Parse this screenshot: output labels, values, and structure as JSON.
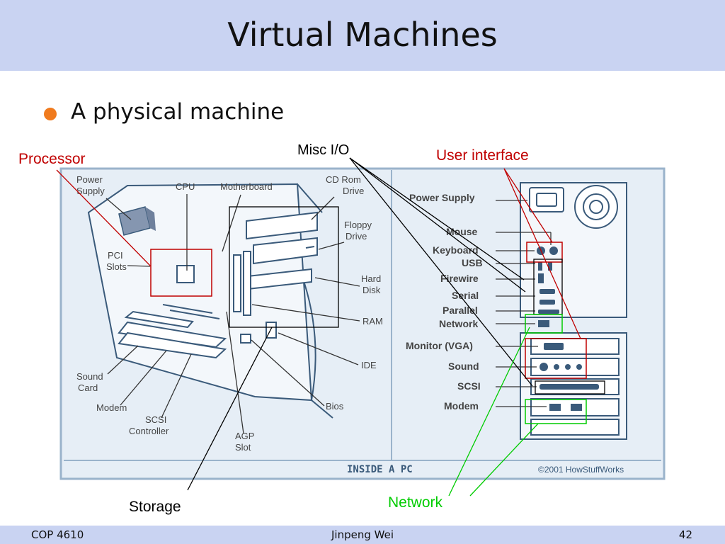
{
  "slide": {
    "title": "Virtual Machines",
    "bullet": "A physical machine",
    "bullet_color": "#f07b1e"
  },
  "annotations": {
    "processor": "Processor",
    "misc_io": "Misc I/O",
    "user_interface": "User interface",
    "storage": "Storage",
    "network": "Network",
    "colors": {
      "red": "#c00000",
      "green": "#00cc00",
      "black": "#000000"
    }
  },
  "figure": {
    "left_labels": {
      "power_supply": [
        "Power",
        "Supply"
      ],
      "cpu": "CPU",
      "motherboard": "Motherboard",
      "cd_rom": [
        "CD Rom",
        "Drive"
      ],
      "floppy": [
        "Floppy",
        "Drive"
      ],
      "pci": [
        "PCI",
        "Slots"
      ],
      "hard_disk": [
        "Hard",
        "Disk"
      ],
      "ram": "RAM",
      "ide": "IDE",
      "bios": "Bios",
      "sound_card": [
        "Sound",
        "Card"
      ],
      "modem": "Modem",
      "scsi_controller": [
        "SCSI",
        "Controller"
      ],
      "agp": [
        "AGP",
        "Slot"
      ]
    },
    "right_labels": {
      "power_supply": "Power Supply",
      "mouse": "Mouse",
      "keyboard": "Keyboard",
      "usb": "USB",
      "firewire": "Firewire",
      "serial": "Serial",
      "parallel": "Parallel",
      "network": "Network",
      "monitor": "Monitor (VGA)",
      "sound": "Sound",
      "scsi": "SCSI",
      "modem": "Modem"
    },
    "caption": "INSIDE A PC",
    "copyright": "©2001 HowStuffWorks"
  },
  "footer": {
    "course": "COP 4610",
    "author": "Jinpeng Wei",
    "page": "42"
  }
}
